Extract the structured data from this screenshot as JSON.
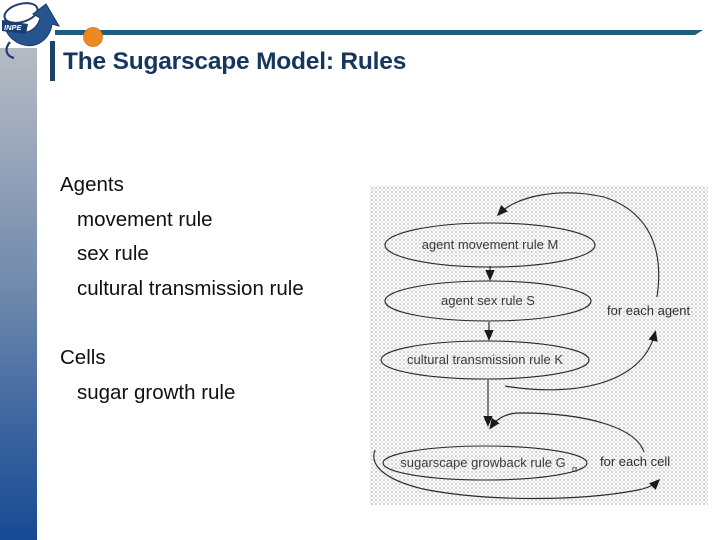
{
  "slide": {
    "title": "The Sugarscape Model: Rules",
    "logo_text": "INPE"
  },
  "content": {
    "sections": [
      {
        "heading": "Agents",
        "items": [
          "movement rule",
          "sex rule",
          "cultural transmission rule"
        ]
      },
      {
        "heading": "Cells",
        "items": [
          "sugar growth rule"
        ]
      }
    ]
  },
  "diagram": {
    "nodes": [
      {
        "label": "agent movement rule M"
      },
      {
        "label": "agent sex rule S"
      },
      {
        "label": "cultural transmission rule K"
      },
      {
        "label": "sugarscape growback rule G",
        "subscript": "α"
      }
    ],
    "agent_loop_label": "for each agent",
    "cell_loop_label": "for each cell"
  },
  "colors": {
    "title_text": "#17365d",
    "header_rule": "#1f5c80",
    "left_bar_top": "#b5bbc4",
    "left_bar_bottom": "#174a94",
    "logo_navy": "#1c3e6e",
    "logo_orange": "#ee8820",
    "diagram_ink": "#2a2a2a"
  }
}
